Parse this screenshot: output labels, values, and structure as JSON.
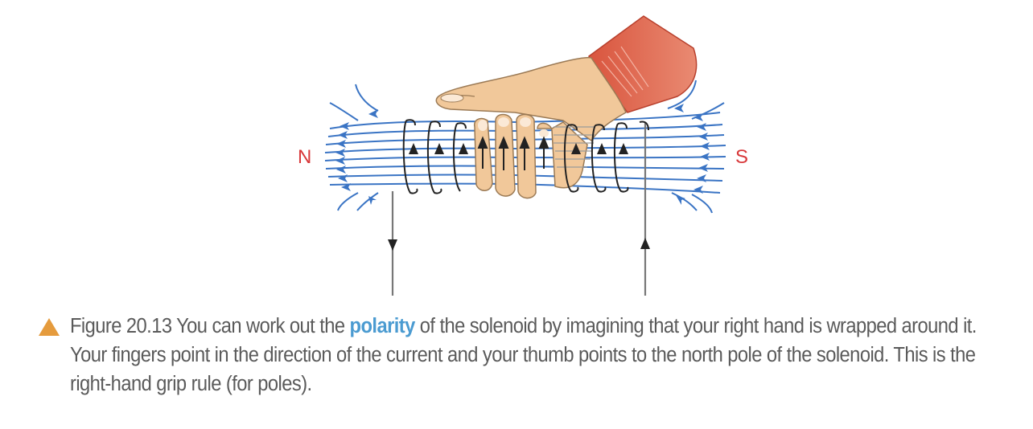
{
  "figure": {
    "pole_left_label": "N",
    "pole_right_label": "S",
    "colors": {
      "field_lines": "#3a74c4",
      "pole_labels": "#d8383a",
      "coil_wire": "#222222",
      "lead_wire": "#777777",
      "skin": "#f1c89a",
      "skin_outline": "#9b7a55",
      "sleeve": "#d9553e",
      "caption_triangle": "#e59b3d",
      "caption_text": "#5a5a5a",
      "caption_highlight": "#4b9bd1"
    },
    "coil_turns": 8
  },
  "caption": {
    "figure_number": "Figure 20.13",
    "text_before": " You can work out the ",
    "highlight": "polarity",
    "text_after": " of the solenoid by imagining that your right hand is wrapped around it. Your fingers point in the direction of the current and your thumb points to the north pole of the solenoid. This is the right-hand grip rule (for poles)."
  }
}
